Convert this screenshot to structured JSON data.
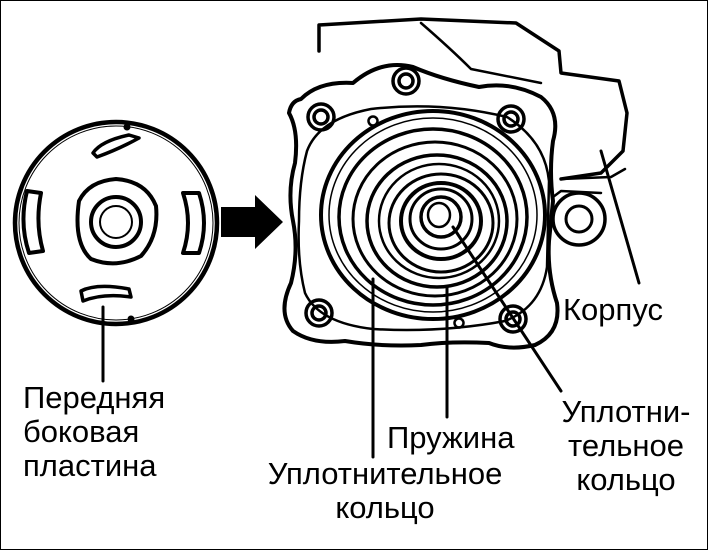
{
  "labels": {
    "front_plate": [
      "Передняя",
      "боковая",
      "пластина"
    ],
    "housing": "Корпус",
    "spring": "Пружина",
    "seal_ring_left": [
      "Уплотнительное",
      "кольцо"
    ],
    "seal_ring_right": [
      "Уплотни-",
      "тельное",
      "кольцо"
    ]
  },
  "colors": {
    "ink": "#000000",
    "paper": "#ffffff"
  },
  "icons": {
    "arrow": "arrow-right-icon"
  }
}
